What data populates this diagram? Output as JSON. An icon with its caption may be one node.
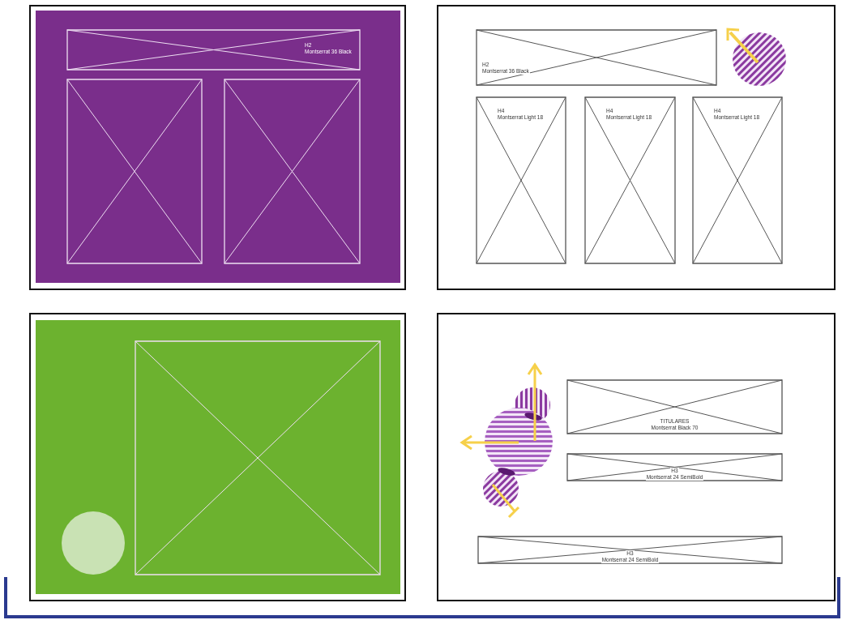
{
  "diagram": {
    "nodes": [
      {
        "text": [
          "H2",
          "Montserrat 36 Black"
        ]
      },
      {
        "text": [],
        "shape": "box"
      },
      {
        "text": [],
        "shape": "box"
      },
      {
        "text": [
          "H2",
          "Montserrat 36 Black"
        ]
      },
      {
        "text": [
          "H4",
          "Montserrat Light 18"
        ]
      },
      {
        "text": [
          "H4",
          "Montserrat Light 18"
        ]
      },
      {
        "text": [
          "H4",
          "Montserrat Light 18"
        ]
      },
      {
        "text": [],
        "shape": "circle"
      },
      {
        "text": [],
        "shape": "box"
      },
      {
        "text": [
          "TITULARES",
          "Montserrat Black 70"
        ]
      },
      {
        "text": [
          "H3",
          "Montserrat 24 SemiBold"
        ]
      },
      {
        "text": [
          "H3",
          "Montserrat 24 SemiBold"
        ]
      }
    ]
  }
}
